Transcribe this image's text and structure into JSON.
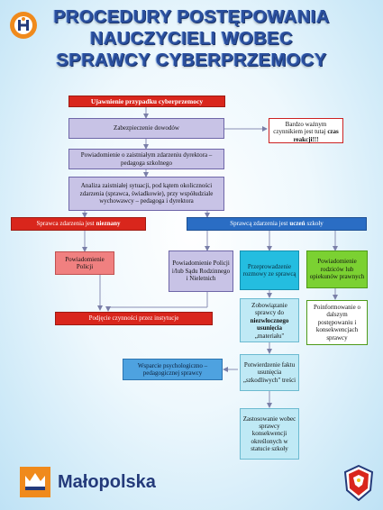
{
  "title": {
    "line1": "PROCEDURY  POSTĘPOWANIA",
    "line2": "NAUCZYCIELI WOBEC",
    "line3": "SPRAWCY  CYBERPRZEMOCY"
  },
  "nodes": {
    "disclosure": "Ujawnienie przypadku cyberprzemocy",
    "secure": "Zabezpieczenie dowodów",
    "reaction_note_a": "Bardzo ważnym czynnikiem jest tutaj ",
    "reaction_note_b": "czas reakcji",
    "reaction_note_c": "!!!",
    "notify_director": "Powiadomienie o zaistniałym zdarzeniu dyrektora – pedagoga szkolnego",
    "analysis": "Analiza zaistniałej sytuacji, pod kątem okoliczności zdarzenia (sprawca, świadkowie), przy współudziale wychowawcy – pedagoga i dyrektora",
    "unknown_a": "Sprawca zdarzenia jest ",
    "unknown_b": "nieznany",
    "student_a": "Sprawcą zdarzenia jest ",
    "student_b": "uczeń",
    "student_c": " szkoły",
    "notify_police": "Powiadomienie Policji",
    "notify_police_court": "Powiadomienie Policji i/lub Sądu Rodzinnego i Nieletnich",
    "interview": "Przeprowadzenie rozmowy ze sprawcą",
    "notify_parents": "Powiadomienie rodziców lub opiekunów prawnych",
    "institution_action": "Podjęcie czynności przez instytucje",
    "oblige_a": "Zobowiązanie sprawcy do ",
    "oblige_b": "niezwłocznego usunięcia",
    "oblige_c": " „materiału\"",
    "inform_parents": "Poinformowanie o dalszym postępowaniu i konsekwencjach sprawcy",
    "psych_support": "Wsparcie psychologiczno – pedagogicznej sprawcy",
    "confirm_removal": "Potwierdzenie faktu usunięcia „szkodliwych\" treści",
    "consequences": "Zastosowanie wobec sprawcy konsekwencji określonych w statucie szkoły"
  },
  "logos": {
    "brand_text": "Małopolska"
  },
  "colors": {
    "title": "#2a4f9e",
    "red": "#d9261c",
    "blue": "#2a6dc4",
    "cyan": "#24bde0",
    "green": "#7bd132",
    "lavender": "#c8c3e6",
    "logo_orange": "#f08a1c",
    "brand_blue": "#243a7a"
  }
}
